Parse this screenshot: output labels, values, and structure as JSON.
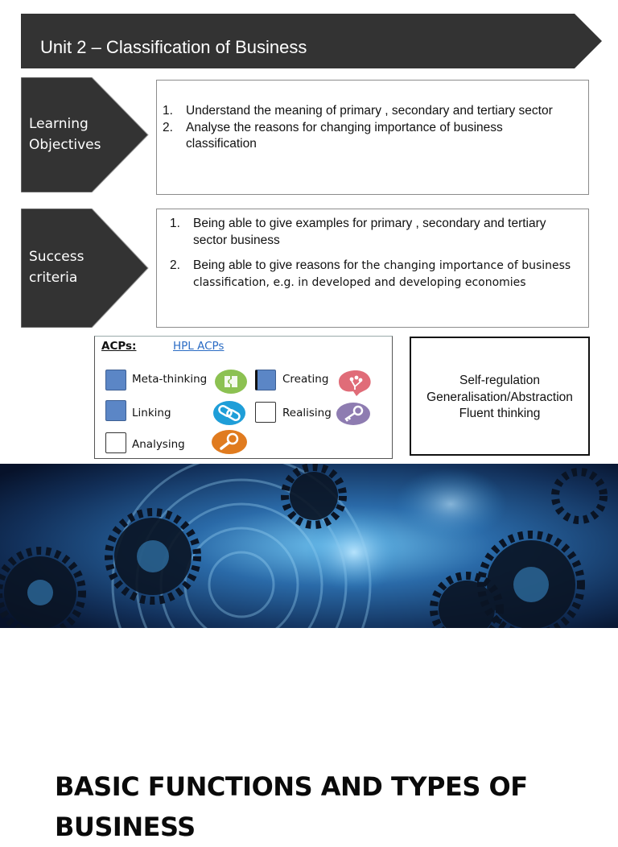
{
  "header": {
    "title": "Unit 2 – Classification of Business"
  },
  "learning_objectives": {
    "label_line1": "Learning",
    "label_line2": "Objectives",
    "items": [
      {
        "num": "1.",
        "text": "Understand the meaning of primary , secondary and tertiary sector"
      },
      {
        "num": "2.",
        "text": "Analyse the reasons for changing importance of business classification"
      }
    ]
  },
  "success_criteria": {
    "label_line1": "Success",
    "label_line2": "criteria",
    "items": [
      {
        "num": "1.",
        "text": "Being able to give examples for primary , secondary and tertiary sector business"
      },
      {
        "num": "2.",
        "text_a": "Being able to give reasons for ",
        "text_b": "the changing importance of business classification, e.g. in developed and developing economies"
      }
    ]
  },
  "acps": {
    "heading": "ACPs:",
    "hpl_link": "HPL ACPs",
    "items": [
      {
        "label": "Meta-thinking",
        "checked": true,
        "icon": "puzzle-brain-icon",
        "color": "#8cc152"
      },
      {
        "label": "Creating",
        "checked": true,
        "icon": "lightbulb-brain-icon",
        "color": "#e06c78"
      },
      {
        "label": "Linking",
        "checked": true,
        "icon": "chain-link-icon",
        "color": "#1f9ed8"
      },
      {
        "label": "Realising",
        "checked": false,
        "icon": "key-icon",
        "color": "#8e7cb1"
      },
      {
        "label": "Analysing",
        "checked": false,
        "icon": "magnifier-icon",
        "color": "#e07b1f"
      }
    ]
  },
  "hpl": {
    "line1": "Self-regulation",
    "line2": "Generalisation/Abstraction",
    "line3": "Fluent thinking"
  },
  "colors": {
    "banner": "#333333",
    "checkbox_checked": "#5b86c6"
  },
  "heading": {
    "line1": "BASIC FUNCTIONS AND TYPES OF",
    "line2": "BUSINESS"
  }
}
